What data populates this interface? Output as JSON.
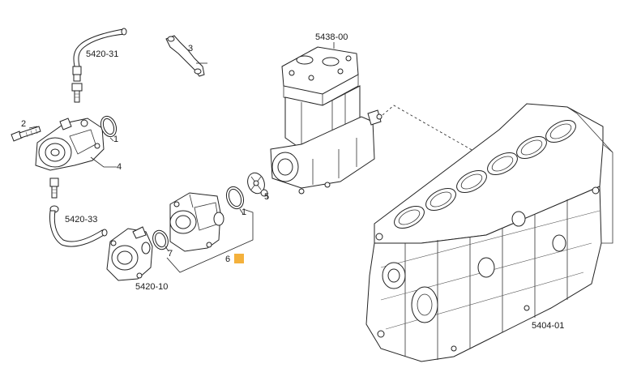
{
  "labels": {
    "p5420_31": "5420-31",
    "p3": "3",
    "p5438_00": "5438-00",
    "p2": "2",
    "p1_top": "1",
    "p4": "4",
    "p5420_33": "5420-33",
    "p1_mid": "1",
    "p5": "5",
    "p7": "7",
    "p6": "6",
    "p5420_10": "5420-10",
    "p5404_01": "5404-01"
  },
  "colors": {
    "highlight_marker": "#f4b13c",
    "line": "#222222"
  }
}
